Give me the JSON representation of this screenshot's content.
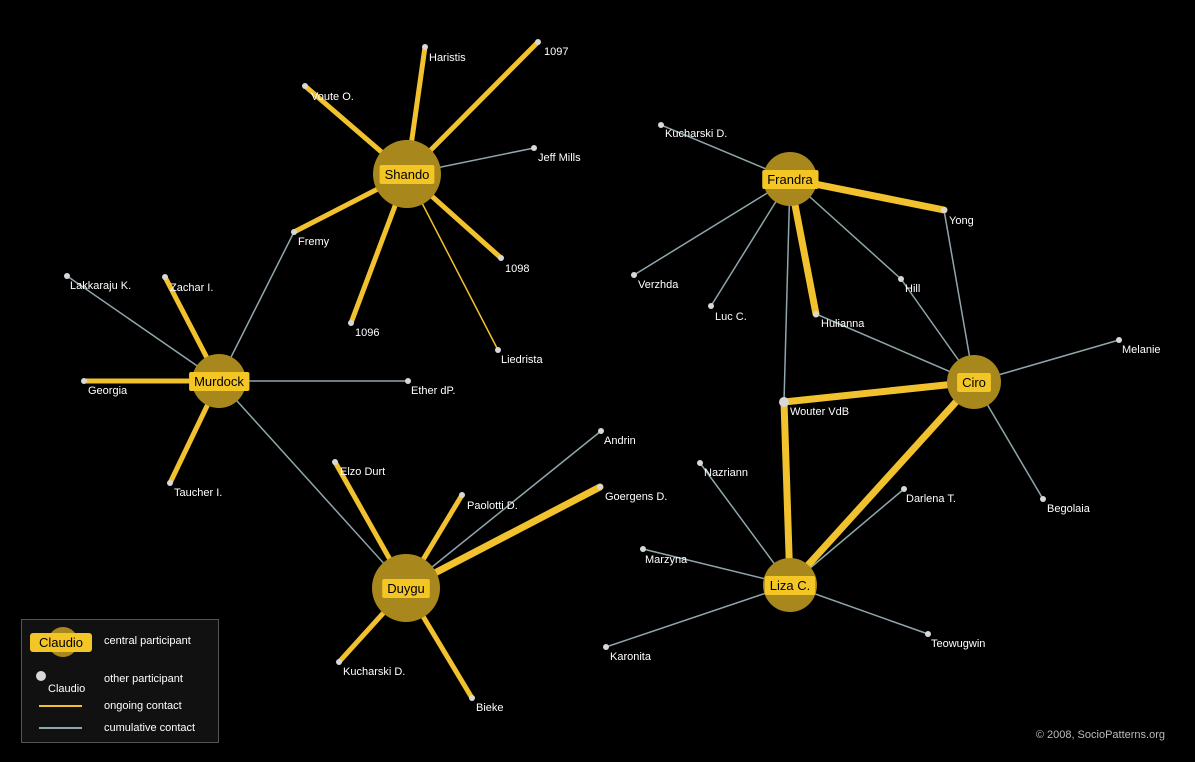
{
  "colors": {
    "background": "#000000",
    "ongoing": "#f2c12e",
    "cumulative": "#8fa6ad",
    "central_halo": "#a8871c",
    "central_label_bg": "#f3c525",
    "node": "#d8d8d8",
    "text": "#ffffff"
  },
  "central_nodes": [
    {
      "id": "shando",
      "label": "Shando"
    },
    {
      "id": "frandra",
      "label": "Frandra"
    },
    {
      "id": "murdock",
      "label": "Murdock"
    },
    {
      "id": "ciro",
      "label": "Ciro"
    },
    {
      "id": "duygu",
      "label": "Duygu"
    },
    {
      "id": "liza",
      "label": "Liza C."
    }
  ],
  "participants": [
    {
      "id": "haristis",
      "label": "Haristis"
    },
    {
      "id": "p1097",
      "label": "1097"
    },
    {
      "id": "voute",
      "label": "Voute O."
    },
    {
      "id": "jeffmills",
      "label": "Jeff Mills"
    },
    {
      "id": "fremy",
      "label": "Fremy"
    },
    {
      "id": "p1098",
      "label": "1098"
    },
    {
      "id": "p1096",
      "label": "1096"
    },
    {
      "id": "liedrista",
      "label": "Liedrista"
    },
    {
      "id": "lakkaraju",
      "label": "Lakkaraju K."
    },
    {
      "id": "zachar",
      "label": "Zachar I."
    },
    {
      "id": "georgia",
      "label": "Georgia"
    },
    {
      "id": "etherdp",
      "label": "Ether dP."
    },
    {
      "id": "taucher",
      "label": "Taucher I."
    },
    {
      "id": "kucharski1",
      "label": "Kucharski D."
    },
    {
      "id": "yong",
      "label": "Yong"
    },
    {
      "id": "verzhda",
      "label": "Verzhda"
    },
    {
      "id": "lucc",
      "label": "Luc C."
    },
    {
      "id": "hill",
      "label": "Hill"
    },
    {
      "id": "hulianna",
      "label": "Hulianna"
    },
    {
      "id": "melanie",
      "label": "Melanie"
    },
    {
      "id": "woutervdb",
      "label": "Wouter VdB"
    },
    {
      "id": "begolaia",
      "label": "Begolaia"
    },
    {
      "id": "andrin",
      "label": "Andrin"
    },
    {
      "id": "elzodurt",
      "label": "Elzo Durt"
    },
    {
      "id": "paolotti",
      "label": "Paolotti D."
    },
    {
      "id": "goergens",
      "label": "Goergens D."
    },
    {
      "id": "kucharski2",
      "label": "Kucharski D."
    },
    {
      "id": "bieke",
      "label": "Bieke"
    },
    {
      "id": "nazriann",
      "label": "Nazriann"
    },
    {
      "id": "darlena",
      "label": "Darlena T."
    },
    {
      "id": "marzyna",
      "label": "Marzyna"
    },
    {
      "id": "karonita",
      "label": "Karonita"
    },
    {
      "id": "teowugwin",
      "label": "Teowugwin"
    }
  ],
  "edges": [
    {
      "from": "shando",
      "to": "haristis",
      "type": "ongoing",
      "weight": 3
    },
    {
      "from": "shando",
      "to": "p1097",
      "type": "ongoing",
      "weight": 3
    },
    {
      "from": "shando",
      "to": "voute",
      "type": "ongoing",
      "weight": 3
    },
    {
      "from": "shando",
      "to": "jeffmills",
      "type": "cumulative",
      "weight": 1
    },
    {
      "from": "shando",
      "to": "fremy",
      "type": "ongoing",
      "weight": 3
    },
    {
      "from": "shando",
      "to": "p1098",
      "type": "ongoing",
      "weight": 3
    },
    {
      "from": "shando",
      "to": "p1096",
      "type": "ongoing",
      "weight": 3
    },
    {
      "from": "shando",
      "to": "liedrista",
      "type": "ongoing",
      "weight": 1
    },
    {
      "from": "murdock",
      "to": "fremy",
      "type": "cumulative",
      "weight": 1
    },
    {
      "from": "murdock",
      "to": "lakkaraju",
      "type": "cumulative",
      "weight": 1
    },
    {
      "from": "murdock",
      "to": "zachar",
      "type": "ongoing",
      "weight": 3
    },
    {
      "from": "murdock",
      "to": "georgia",
      "type": "ongoing",
      "weight": 3
    },
    {
      "from": "murdock",
      "to": "etherdp",
      "type": "cumulative",
      "weight": 1
    },
    {
      "from": "murdock",
      "to": "taucher",
      "type": "ongoing",
      "weight": 3
    },
    {
      "from": "murdock",
      "to": "duygu",
      "type": "cumulative",
      "weight": 1
    },
    {
      "from": "frandra",
      "to": "kucharski1",
      "type": "cumulative",
      "weight": 1
    },
    {
      "from": "frandra",
      "to": "yong",
      "type": "ongoing",
      "weight": 4
    },
    {
      "from": "frandra",
      "to": "verzhda",
      "type": "cumulative",
      "weight": 1
    },
    {
      "from": "frandra",
      "to": "lucc",
      "type": "cumulative",
      "weight": 1
    },
    {
      "from": "frandra",
      "to": "hill",
      "type": "cumulative",
      "weight": 1
    },
    {
      "from": "frandra",
      "to": "hulianna",
      "type": "ongoing",
      "weight": 4
    },
    {
      "from": "frandra",
      "to": "woutervdb",
      "type": "cumulative",
      "weight": 1
    },
    {
      "from": "ciro",
      "to": "yong",
      "type": "cumulative",
      "weight": 1
    },
    {
      "from": "ciro",
      "to": "hill",
      "type": "cumulative",
      "weight": 1
    },
    {
      "from": "ciro",
      "to": "hulianna",
      "type": "cumulative",
      "weight": 1
    },
    {
      "from": "ciro",
      "to": "melanie",
      "type": "cumulative",
      "weight": 1
    },
    {
      "from": "ciro",
      "to": "woutervdb",
      "type": "ongoing",
      "weight": 4
    },
    {
      "from": "ciro",
      "to": "begolaia",
      "type": "cumulative",
      "weight": 1
    },
    {
      "from": "ciro",
      "to": "liza",
      "type": "ongoing",
      "weight": 4
    },
    {
      "from": "woutervdb",
      "to": "liza",
      "type": "ongoing",
      "weight": 4
    },
    {
      "from": "duygu",
      "to": "andrin",
      "type": "cumulative",
      "weight": 1
    },
    {
      "from": "duygu",
      "to": "elzodurt",
      "type": "ongoing",
      "weight": 3
    },
    {
      "from": "duygu",
      "to": "paolotti",
      "type": "ongoing",
      "weight": 3
    },
    {
      "from": "duygu",
      "to": "goergens",
      "type": "ongoing",
      "weight": 4
    },
    {
      "from": "duygu",
      "to": "kucharski2",
      "type": "ongoing",
      "weight": 3
    },
    {
      "from": "duygu",
      "to": "bieke",
      "type": "ongoing",
      "weight": 3
    },
    {
      "from": "liza",
      "to": "nazriann",
      "type": "cumulative",
      "weight": 1
    },
    {
      "from": "liza",
      "to": "darlena",
      "type": "cumulative",
      "weight": 1
    },
    {
      "from": "liza",
      "to": "marzyna",
      "type": "cumulative",
      "weight": 1
    },
    {
      "from": "liza",
      "to": "karonita",
      "type": "cumulative",
      "weight": 1
    },
    {
      "from": "liza",
      "to": "teowugwin",
      "type": "cumulative",
      "weight": 1
    }
  ],
  "legend": {
    "central_sample": "Claudio",
    "central_label": "central participant",
    "other_sample": "Claudio",
    "other_label": "other participant",
    "ongoing_label": "ongoing contact",
    "cumulative_label": "cumulative contact"
  },
  "footer": "© 2008, SocioPatterns.org"
}
